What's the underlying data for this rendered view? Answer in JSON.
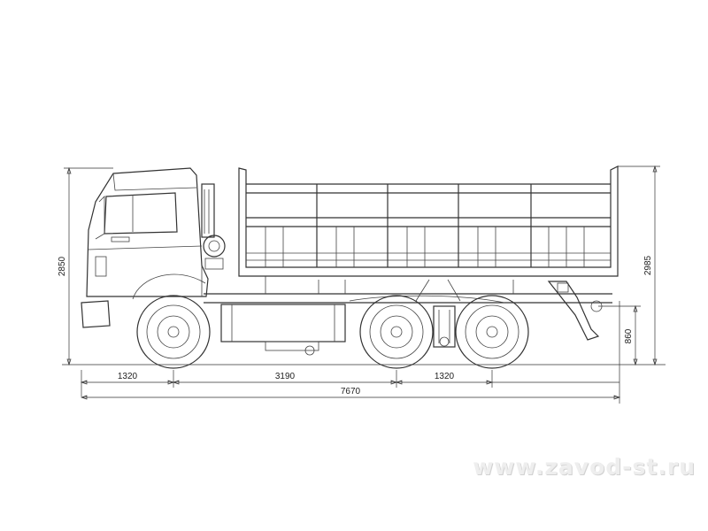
{
  "drawing": {
    "dimensions": {
      "front_overhang": "1320",
      "wheelbase": "3190",
      "rear_axle_spacing": "1320",
      "overall_length": "7670",
      "cab_height": "2850",
      "overall_height": "2985",
      "platform_height": "860"
    },
    "watermark": "www.zavod-st.ru"
  },
  "colors": {
    "line": "#333333",
    "background": "#ffffff",
    "watermark": "#eeeeee"
  }
}
